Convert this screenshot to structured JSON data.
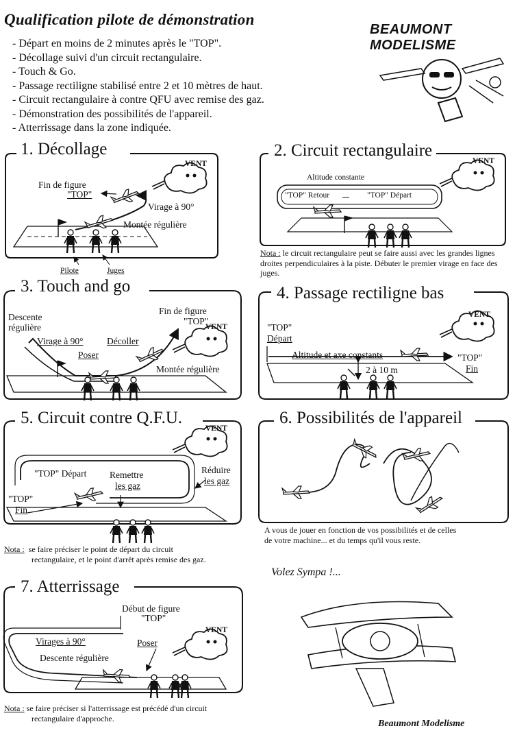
{
  "header": {
    "title": "Qualification pilote de démonstration",
    "logo": "BEAUMONT MODELISME"
  },
  "rules": [
    "- Départ en moins de 2 minutes après le \"TOP\".",
    "- Décollage suivi d'un circuit rectangulaire.",
    "- Touch & Go.",
    "- Passage rectiligne stabilisé entre 2 et 10 mètres de haut.",
    "- Circuit rectangulaire à contre QFU avec remise des gaz.",
    "- Démonstration des possibilités de l'appareil.",
    "- Atterrissage dans la zone indiquée."
  ],
  "wind_label": "VENT",
  "sections": {
    "s1": {
      "title": "1. Décollage",
      "end_line1": "Fin de figure",
      "end_line2": "\"TOP\"",
      "turn": "Virage à 90°",
      "climb": "Montée régulière",
      "pilot": "Pilote",
      "judges": "Juges"
    },
    "s2": {
      "title": "2. Circuit rectangulaire",
      "altitude": "Altitude constante",
      "return_top": "\"TOP\" Retour",
      "depart_top": "\"TOP\" Départ",
      "note_label": "Nota :",
      "note_text": "le circuit rectangulaire peut se faire aussi avec les grandes lignes droites perpendiculaires à la piste. Débuter le premier virage en face des juges."
    },
    "s3": {
      "title": "3. Touch and go",
      "descent1": "Descente",
      "descent2": "régulière",
      "turn": "Virage à 90°",
      "land": "Poser",
      "takeoff": "Décoller",
      "end_line1": "Fin de figure",
      "end_line2": "\"TOP\"",
      "climb": "Montée régulière"
    },
    "s4": {
      "title": "4. Passage rectiligne bas",
      "top": "\"TOP\"",
      "depart": "Départ",
      "altitude": "Altitude et axe constants",
      "height": "2 à 10 m",
      "end_top": "\"TOP\"",
      "end": "Fin"
    },
    "s5": {
      "title": "5. Circuit contre Q.F.U.",
      "depart": "\"TOP\" Départ",
      "remettre1": "Remettre",
      "remettre2": "les gaz",
      "reduire1": "Réduire",
      "reduire2": "les gaz",
      "end_top": "\"TOP\"",
      "end": "Fin",
      "note_label": "Nota :",
      "note_text1": "se faire préciser le point de départ du circuit",
      "note_text2": "rectangulaire, et le point d'arrêt après remise des gaz."
    },
    "s6": {
      "title": "6. Possibilités de l'appareil",
      "text1": "A vous de jouer en fonction de vos possibilités et de celles",
      "text2": "de votre machine... et du temps qu'il vous reste."
    },
    "s7": {
      "title": "7. Atterrissage",
      "start1": "Début de figure",
      "start2": "\"TOP\"",
      "turns": "Virages à 90°",
      "land": "Poser",
      "descent": "Descente régulière",
      "note_label": "Nota :",
      "note_text1": "se faire préciser si l'atterrissage est précédé d'un circuit",
      "note_text2": "rectangulaire d'approche."
    }
  },
  "footer": {
    "sign_off": "Volez Sympa !...",
    "signature": "Beaumont Modelisme"
  }
}
